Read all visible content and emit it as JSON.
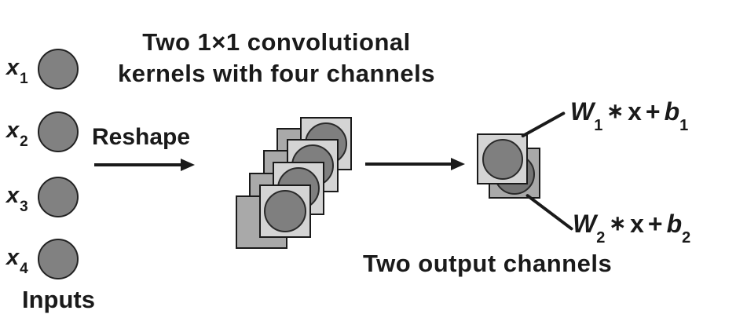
{
  "title": {
    "line1": "Two 1×1 convolutional",
    "line2": "kernels with four channels"
  },
  "inputs": {
    "caption": "Inputs",
    "nodes": [
      {
        "var": "x",
        "sub": "1"
      },
      {
        "var": "x",
        "sub": "2"
      },
      {
        "var": "x",
        "sub": "3"
      },
      {
        "var": "x",
        "sub": "4"
      }
    ]
  },
  "reshape": {
    "label": "Reshape"
  },
  "kernels": {
    "channels": 4,
    "description": "stack of four 1×1 kernel channel squares"
  },
  "output": {
    "caption": "Two output channels",
    "channels": 2,
    "formulas": [
      {
        "weight": "W",
        "weight_sub": "1",
        "star": "∗",
        "x": "x",
        "plus": "+",
        "bias": "b",
        "bias_sub": "1"
      },
      {
        "weight": "W",
        "weight_sub": "2",
        "star": "∗",
        "x": "x",
        "plus": "+",
        "bias": "b",
        "bias_sub": "2"
      }
    ]
  },
  "colors": {
    "ink": "#1a1a1a",
    "kernel_face": "#d4d4d4",
    "kernel_shadow": "#a9a9a9",
    "channel_circle": "#7f7f7f",
    "input_circle": "#818181",
    "output_back_circle": "#737373",
    "background": "#ffffff"
  }
}
